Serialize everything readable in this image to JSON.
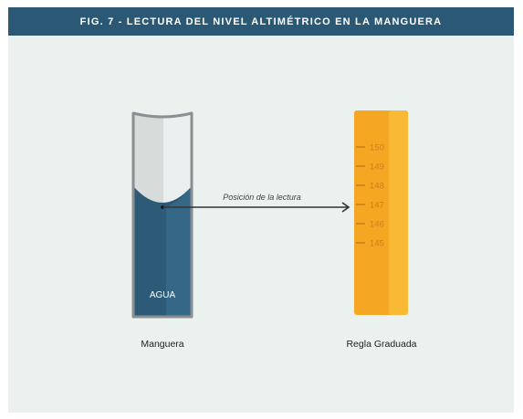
{
  "title": "FIG. 7 - LECTURA DEL NIVEL ALTIMÉTRICO EN LA MANGUERA",
  "hose": {
    "water_label": "AGUA",
    "caption": "Manguera"
  },
  "arrow_label": "Posición de la lectura",
  "ruler": {
    "caption": "Regla Graduada",
    "ticks": [
      "150",
      "149",
      "148",
      "147",
      "146",
      "145"
    ]
  },
  "colors": {
    "header": "#2b5874",
    "background": "#eaf1ef",
    "water": "#2d5a76",
    "ruler": "#f5a623",
    "tick": "#c7821a"
  }
}
